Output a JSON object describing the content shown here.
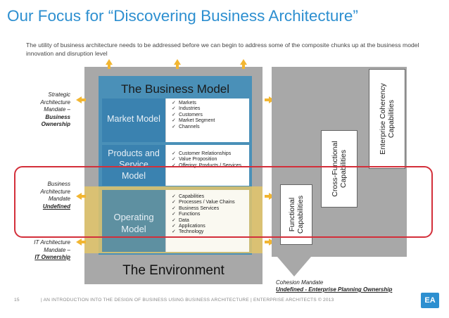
{
  "title": "Our Focus for “Discovering Business Architecture”",
  "subtitle": "The utility of business architecture needs to be addressed before we can begin  to address some of the composite chunks up at the business model innovation and disruption level",
  "left_labels": {
    "strategic": {
      "line1": "Strategic",
      "line2": "Architecture",
      "line3": "Mandate –",
      "line4": "Business",
      "line5": "Ownership"
    },
    "business": {
      "line1": "Business",
      "line2": "Architecture",
      "line3": "Mandate",
      "line4": "Undefined"
    },
    "it": {
      "line1": "IT Architecture",
      "line2": "Mandate –",
      "line3": "IT Ownership"
    }
  },
  "business_model": {
    "title": "The Business Model",
    "market_model": {
      "label": "Market Model",
      "bullets": [
        "Markets",
        "Industries",
        "Customers",
        "Market Segment",
        "Channels"
      ]
    },
    "products_model": {
      "line1": "Products and",
      "line2": "Service",
      "line3": "Model",
      "bullets": [
        "Customer Relationships",
        "Value Proposition",
        "Offering: Products / Services"
      ]
    },
    "operating_model": {
      "line1": "Operating",
      "line2": "Model",
      "bullets": [
        "Capabilities",
        "Processes / Value Chains",
        "Business Services",
        "Functions",
        "Data",
        "Applications",
        "Technology"
      ]
    }
  },
  "environment": {
    "title": "The Environment"
  },
  "capabilities": {
    "functional": {
      "line1": "Functional",
      "line2": "Capabilities"
    },
    "cross_functional": {
      "line1": "Cross-Functional",
      "line2": "Capabilities"
    },
    "enterprise": {
      "line1": "Enterprise Coherency",
      "line2": "Capabilities"
    }
  },
  "cohesion": {
    "line1": "Cohesion Mandate",
    "line2": "Undefined - Enterprise Planning Ownership"
  },
  "footer": {
    "page": "15",
    "text": "|    AN INTRODUCTION INTO THE DESIGN OF BUSINESS USING BUSINESS ARCHITECTURE    |    ENTERPRISE ARCHITECTS © 2013",
    "logo": "EA"
  },
  "colors": {
    "title": "#2d8fd0",
    "business_model": "#4a90b8",
    "environment": "#a8a8a8",
    "highlight_band": "#e3c56a",
    "red_outline": "#d32f3a",
    "arrow": "#f2b632"
  }
}
